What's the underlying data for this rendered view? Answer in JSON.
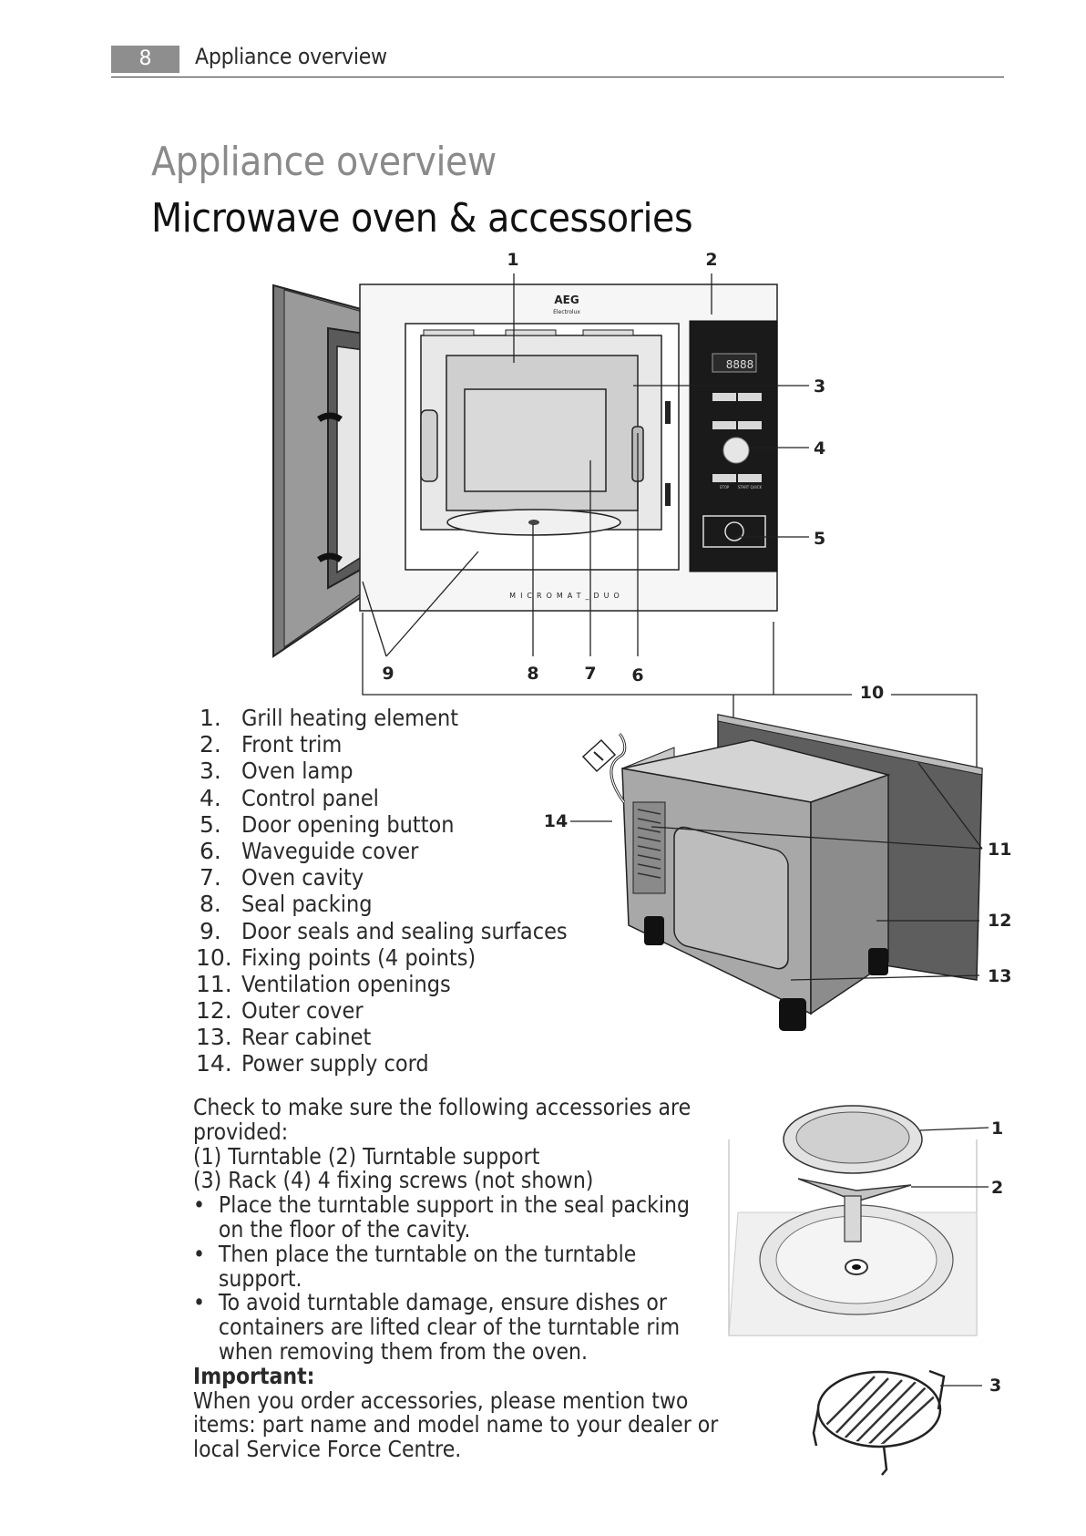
{
  "header": {
    "page_number": "8",
    "title": "Appliance overview"
  },
  "section_title": "Appliance overview",
  "page_title": "Microwave oven & accessories",
  "oven_diagram": {
    "brand_logo": "AEG",
    "brand_sub": "Electrolux",
    "model_label": "MICROMAT_DUO",
    "display_text": "8888",
    "button_labels": [
      "STOP",
      "START QUICK"
    ],
    "callouts": [
      "1",
      "2",
      "3",
      "4",
      "5",
      "6",
      "7",
      "8",
      "9",
      "10",
      "11",
      "12",
      "13",
      "14"
    ]
  },
  "parts": [
    {
      "num": "1.",
      "label": "Grill heating element"
    },
    {
      "num": "2.",
      "label": "Front trim"
    },
    {
      "num": "3.",
      "label": "Oven lamp"
    },
    {
      "num": "4.",
      "label": "Control panel"
    },
    {
      "num": "5.",
      "label": "Door opening button"
    },
    {
      "num": "6.",
      "label": "Waveguide cover"
    },
    {
      "num": "7.",
      "label": "Oven cavity"
    },
    {
      "num": "8.",
      "label": "Seal packing"
    },
    {
      "num": "9.",
      "label": "Door seals and sealing surfaces"
    },
    {
      "num": "10.",
      "label": "Fixing points (4 points)"
    },
    {
      "num": "11.",
      "label": "Ventilation openings"
    },
    {
      "num": "12.",
      "label": "Outer cover"
    },
    {
      "num": "13.",
      "label": "Rear cabinet"
    },
    {
      "num": "14.",
      "label": "Power supply cord"
    }
  ],
  "accessories": {
    "intro_line1": "Check to make sure the following accessories are",
    "intro_line2": "provided:",
    "items_line1": "(1) Turntable  (2) Turntable support",
    "items_line2": "(3) Rack (4) 4 fixing screws (not shown)",
    "bullets": [
      {
        "line1": "Place the turntable support in the seal packing",
        "line2": "on the floor of the cavity."
      },
      {
        "line1": "Then place the turntable on the turntable",
        "line2": "support."
      },
      {
        "line1": "To avoid turntable damage, ensure dishes or",
        "line2": "containers are lifted clear of the turntable rim",
        "line3": "when removing them from the oven."
      }
    ],
    "important_label": "Important:",
    "important_line1": "When you order accessories, please mention two",
    "important_line2": "items: part name and model name to your dealer or",
    "important_line3": "local Service Force Centre.",
    "callouts": [
      "1",
      "2",
      "3"
    ]
  }
}
